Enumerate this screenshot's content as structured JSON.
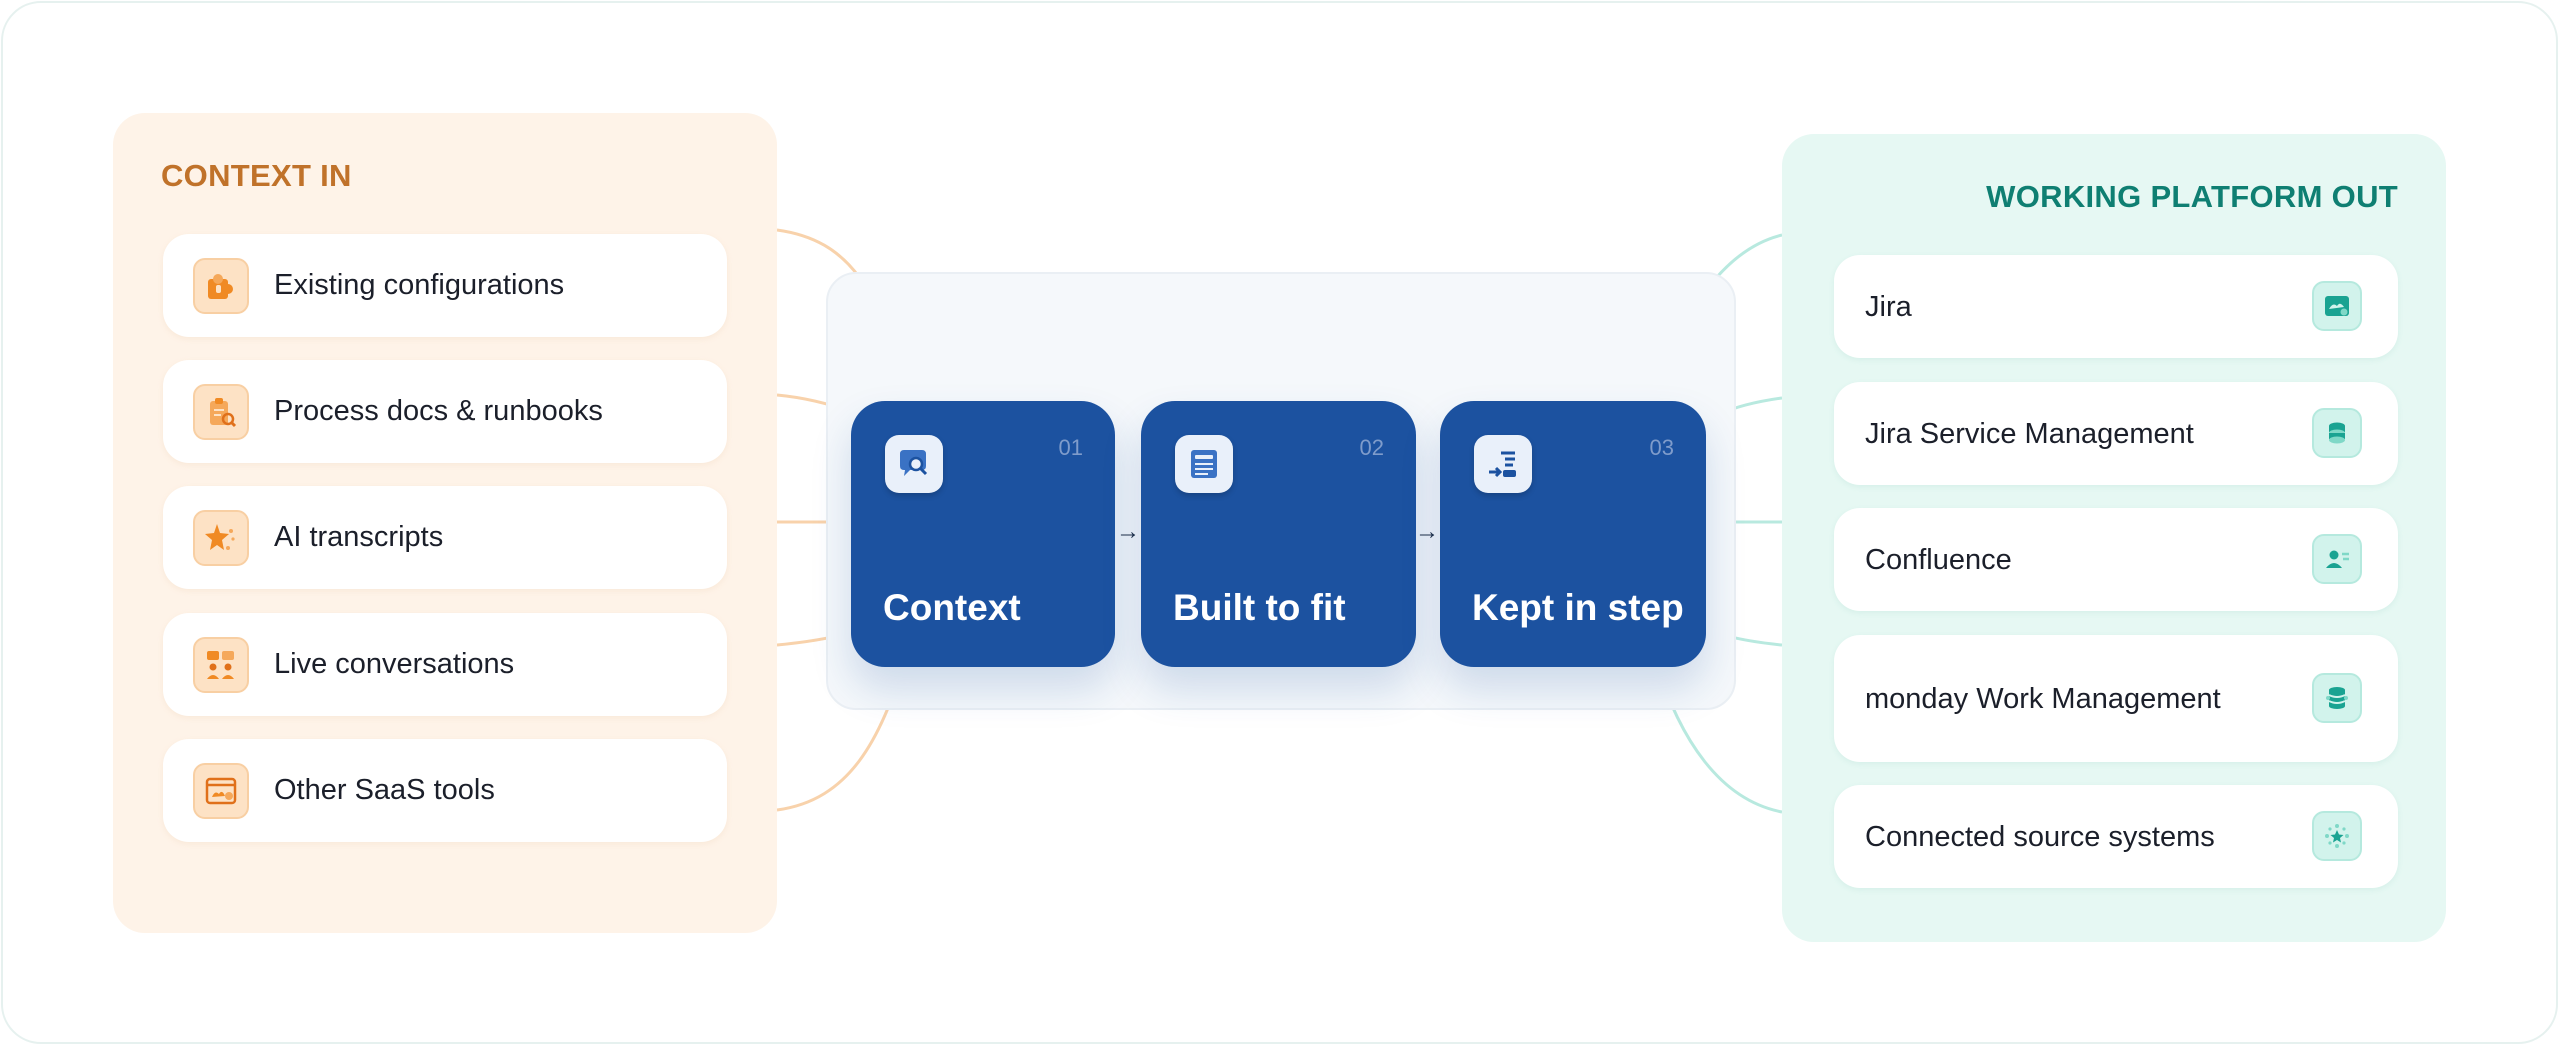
{
  "context_in": {
    "title": "CONTEXT IN",
    "items": [
      {
        "label": "Existing configurations",
        "icon": "puzzle-icon"
      },
      {
        "label": "Process docs & runbooks",
        "icon": "clipboard-search-icon"
      },
      {
        "label": "AI transcripts",
        "icon": "sparkle-star-icon"
      },
      {
        "label": "Live conversations",
        "icon": "people-chat-icon"
      },
      {
        "label": "Other SaaS tools",
        "icon": "app-window-icon"
      }
    ]
  },
  "pipeline": {
    "steps": [
      {
        "number": "01",
        "title": "Context",
        "icon": "chat-search-icon"
      },
      {
        "number": "02",
        "title": "Built to fit",
        "icon": "document-list-icon"
      },
      {
        "number": "03",
        "title": "Kept in step",
        "icon": "list-arrow-icon"
      }
    ],
    "arrow": "→"
  },
  "working_platform_out": {
    "title": "WORKING PLATFORM OUT",
    "items": [
      {
        "label": "Jira",
        "icon": "board-icon"
      },
      {
        "label": "Jira Service Management",
        "icon": "stack-icon"
      },
      {
        "label": "Confluence",
        "icon": "person-card-icon"
      },
      {
        "label": "monday Work Management",
        "icon": "database-icon"
      },
      {
        "label": "Connected source systems",
        "icon": "network-star-icon"
      }
    ]
  },
  "colors": {
    "context_accent": "#c0722a",
    "context_bg": "#fef3e8",
    "platform_accent": "#0f7f72",
    "platform_bg": "#e6f8f3",
    "step_bg": "#1c52a0"
  }
}
